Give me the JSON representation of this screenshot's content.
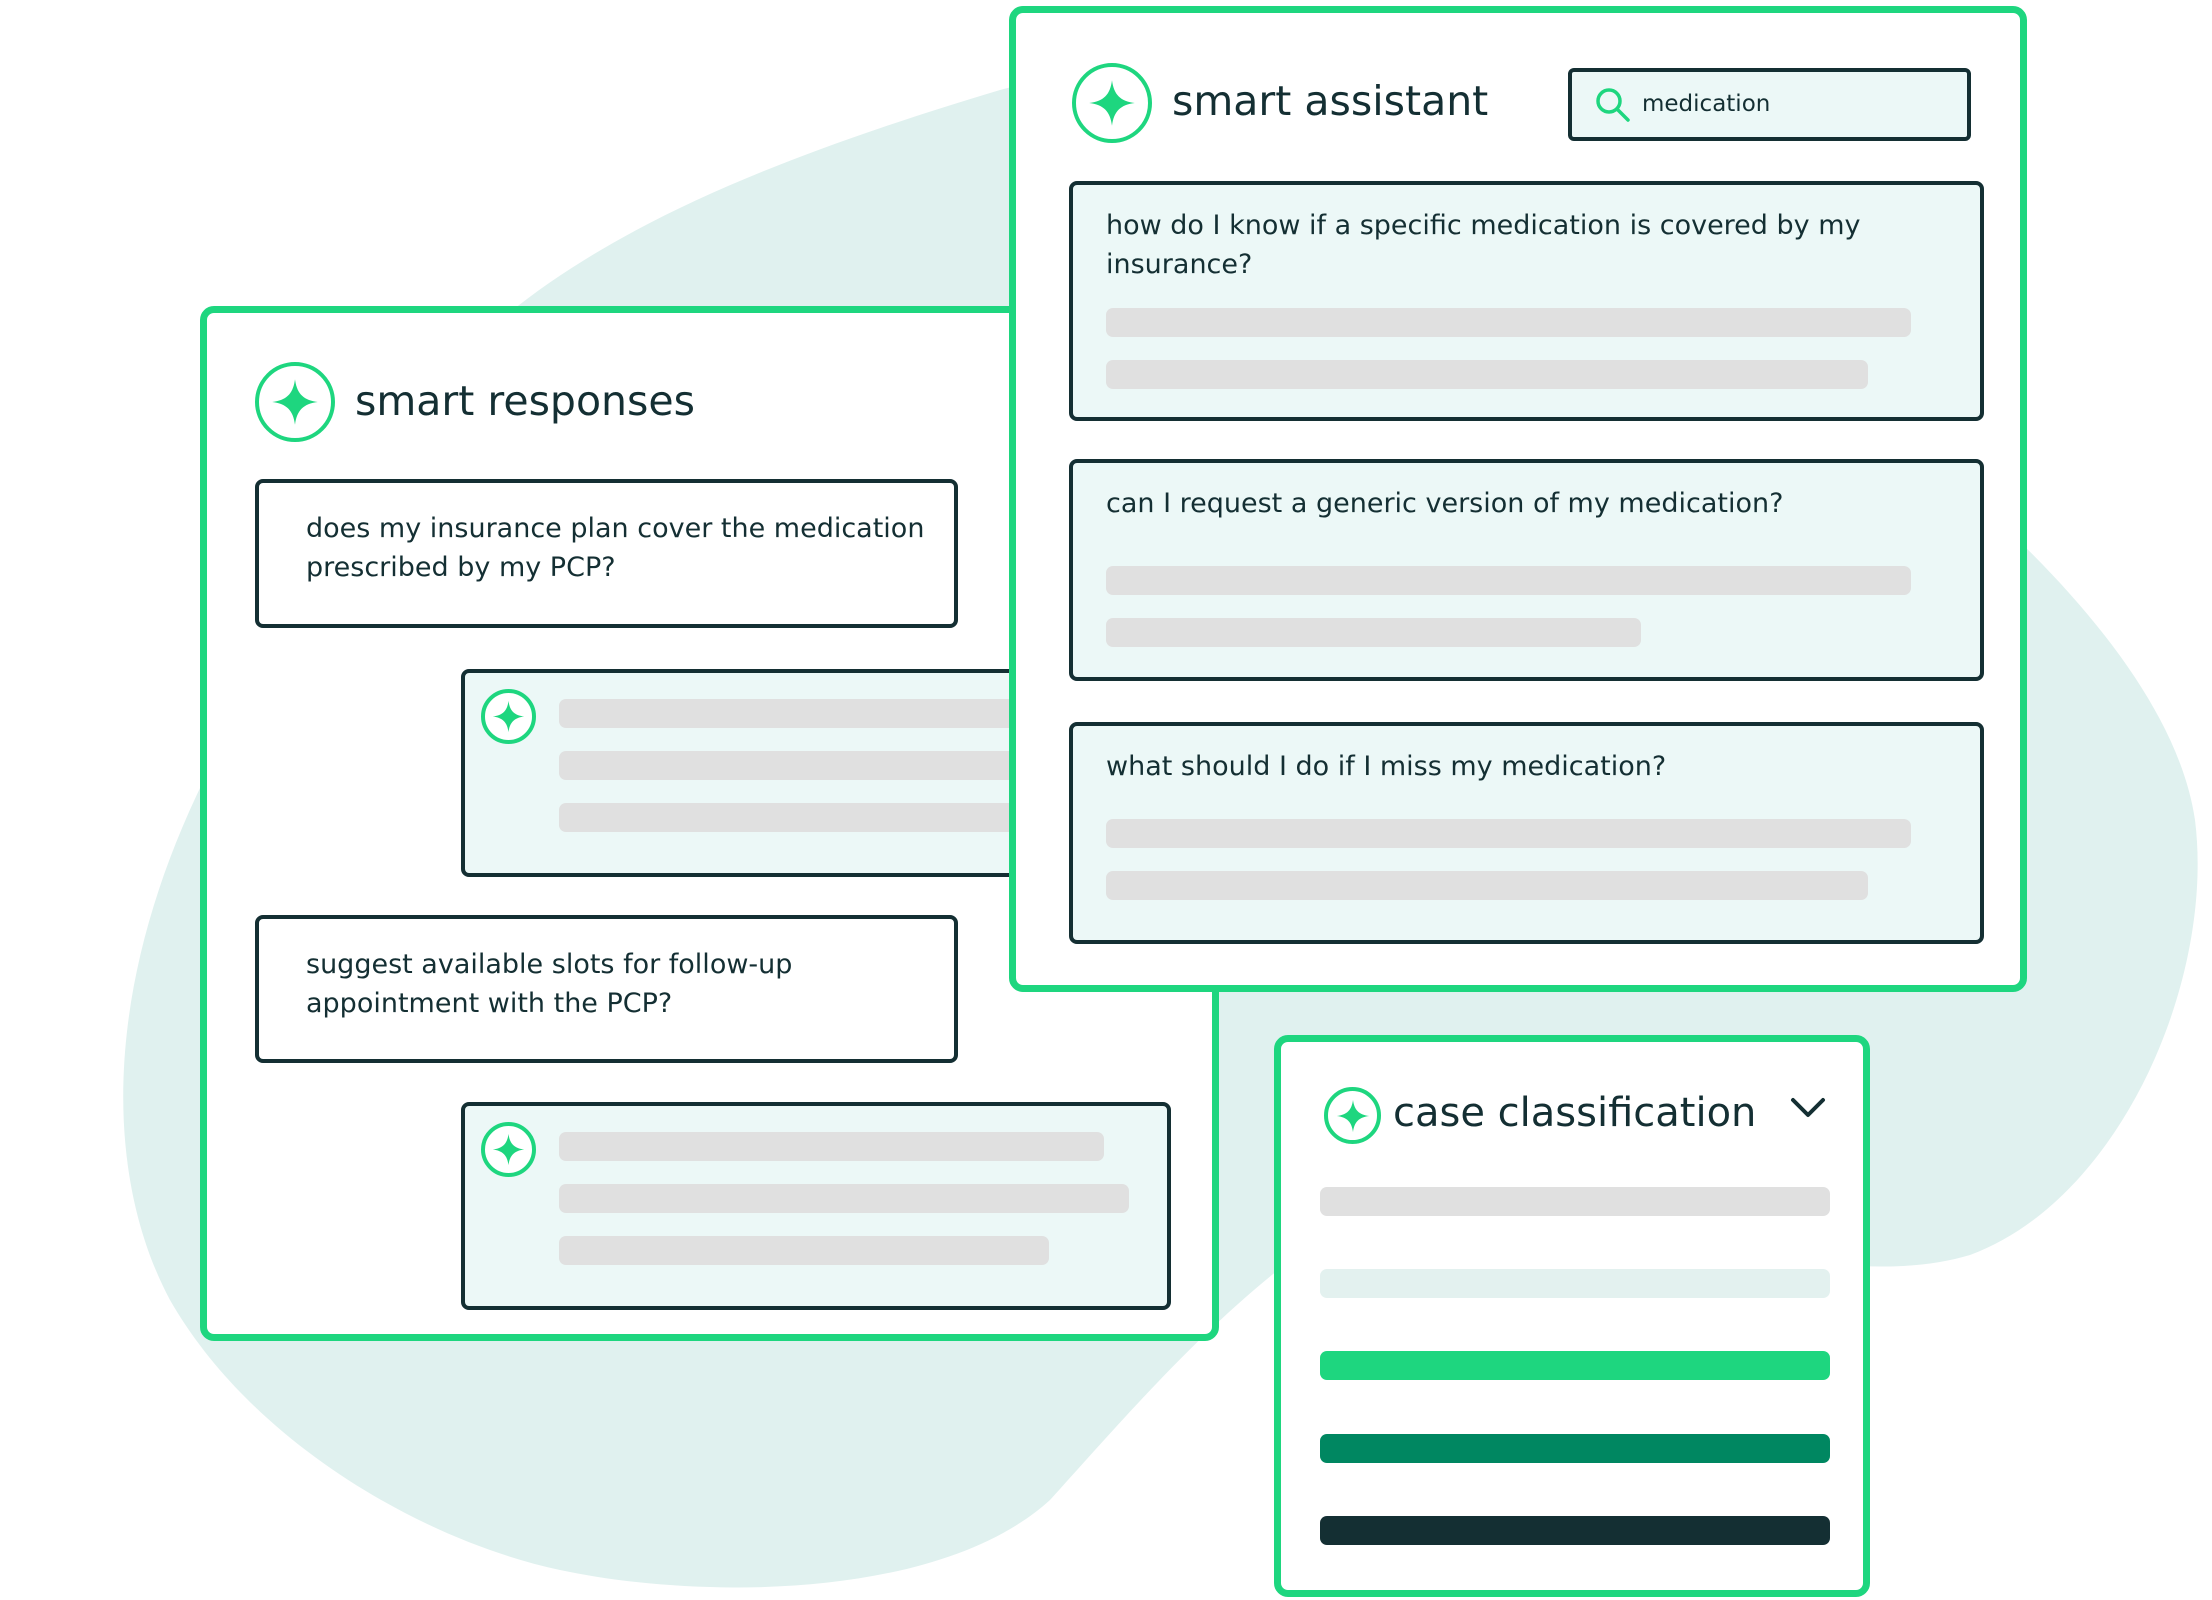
{
  "colors": {
    "accent_green": "#1ed67f",
    "dark_green": "#008761",
    "ink": "#142f33",
    "card_tint": "#ecf8f7",
    "skeleton": "#e0e0e0",
    "blob": "#e0f1ef",
    "pale_bar": "#e3f1ef"
  },
  "smart_responses": {
    "title": "smart responses",
    "icon": "sparkle-icon",
    "prompts": [
      "does my insurance plan cover the medication prescribed by my PCP?",
      "suggest available slots for follow-up appointment with the PCP?"
    ]
  },
  "smart_assistant": {
    "title": "smart assistant",
    "icon": "sparkle-icon",
    "search": {
      "icon": "search-icon",
      "value": "medication"
    },
    "results": [
      "how do I know if a specific medication is covered by my insurance?",
      "can I request a generic version of my medication?",
      "what should I do if I miss my medication?"
    ]
  },
  "case_classification": {
    "title": "case classification",
    "icon": "sparkle-icon",
    "toggle_icon": "chevron-down-icon"
  }
}
